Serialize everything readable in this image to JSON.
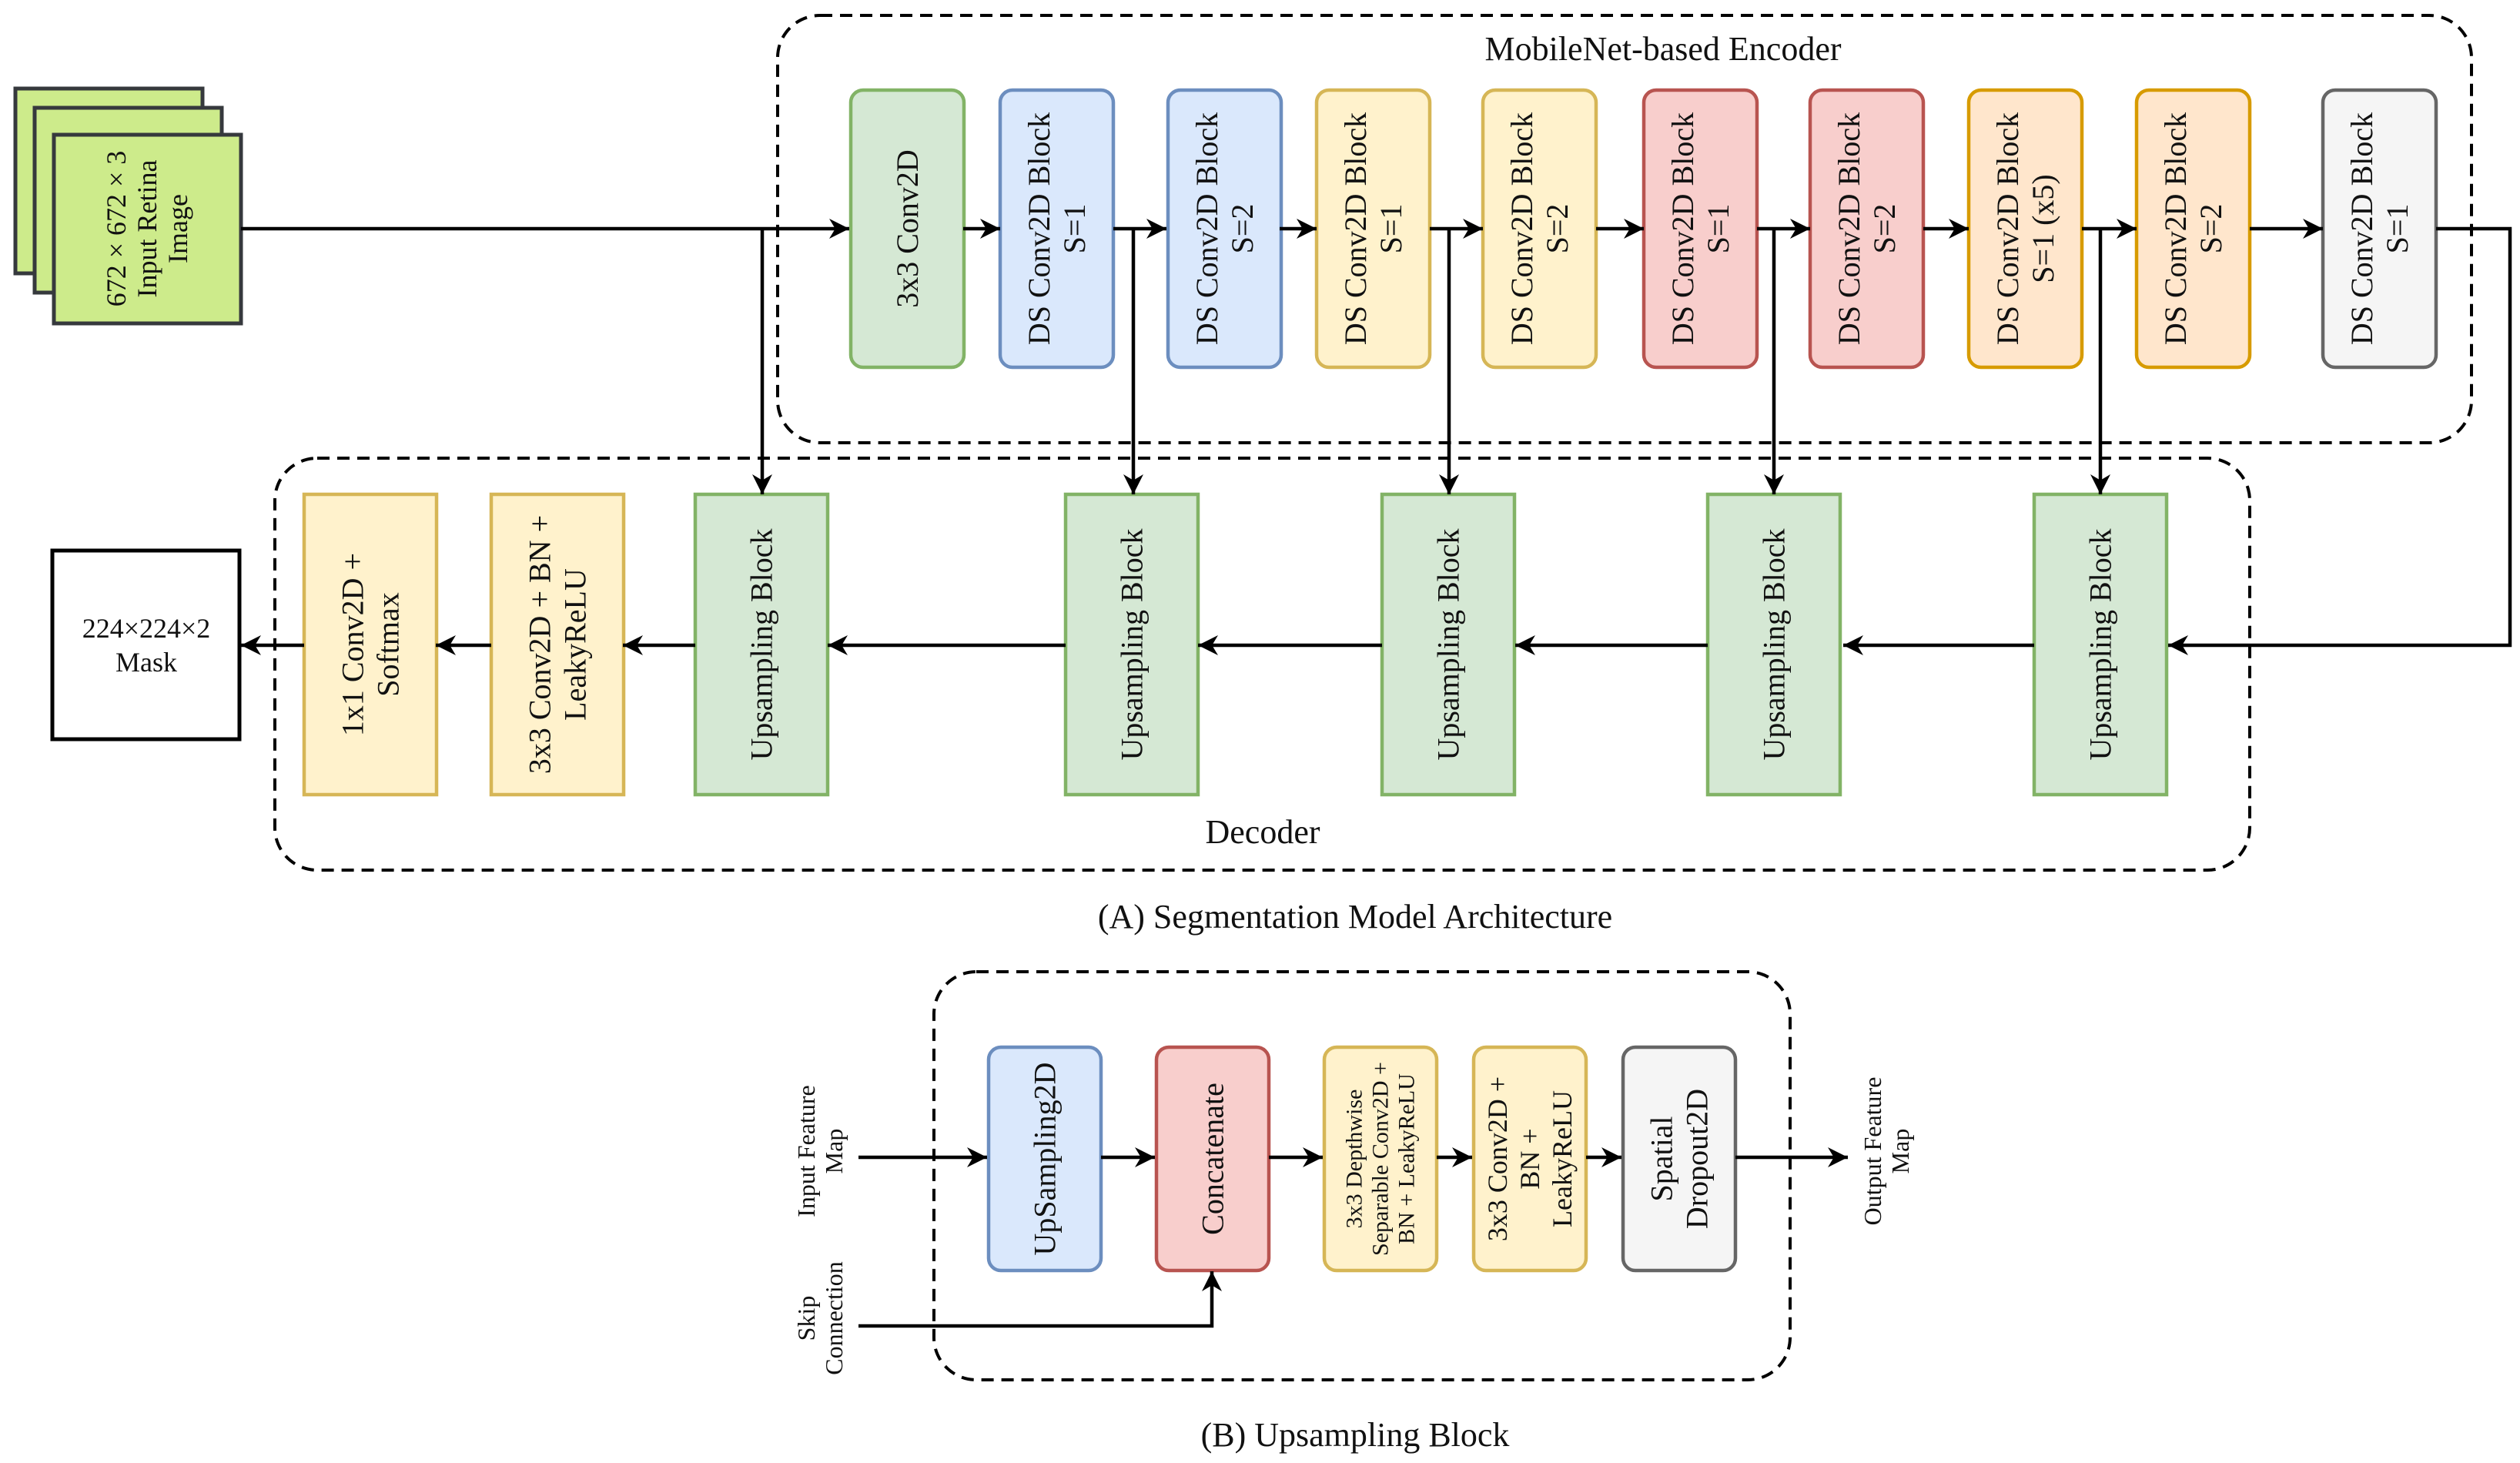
{
  "colors": {
    "green": {
      "fill": "#d5e8d4",
      "stroke": "#82b366"
    },
    "blue": {
      "fill": "#dae8fc",
      "stroke": "#6c8ebf"
    },
    "yellow": {
      "fill": "#fff2cc",
      "stroke": "#d6b656"
    },
    "red": {
      "fill": "#f8cecc",
      "stroke": "#b85450"
    },
    "orange": {
      "fill": "#ffe6cc",
      "stroke": "#d79b00"
    },
    "gray": {
      "fill": "#f5f5f5",
      "stroke": "#666666"
    },
    "input": {
      "fill": "#cdeb8b",
      "stroke": "#36393d"
    },
    "white": {
      "fill": "#ffffff",
      "stroke": "#000000"
    }
  },
  "input_image": {
    "lines": [
      "672 × 672 × 3",
      "Input Retina",
      "Image"
    ]
  },
  "encoder": {
    "title": "MobileNet-based Encoder",
    "blocks": [
      {
        "lines": [
          "3x3 Conv2D"
        ],
        "color": "green"
      },
      {
        "lines": [
          "DS Conv2D Block",
          "S=1"
        ],
        "color": "blue"
      },
      {
        "lines": [
          "DS Conv2D Block",
          "S=2"
        ],
        "color": "blue"
      },
      {
        "lines": [
          "DS Conv2D Block",
          "S=1"
        ],
        "color": "yellow"
      },
      {
        "lines": [
          "DS Conv2D Block",
          "S=2"
        ],
        "color": "yellow"
      },
      {
        "lines": [
          "DS Conv2D Block",
          "S=1"
        ],
        "color": "red"
      },
      {
        "lines": [
          "DS Conv2D Block",
          "S=2"
        ],
        "color": "red"
      },
      {
        "lines": [
          "DS Conv2D Block",
          "S=1 (x5)"
        ],
        "color": "orange"
      },
      {
        "lines": [
          "DS Conv2D Block",
          "S=2"
        ],
        "color": "orange"
      },
      {
        "lines": [
          "DS Conv2D Block",
          "S=1"
        ],
        "color": "gray"
      }
    ]
  },
  "decoder": {
    "title": "Decoder",
    "blocks": [
      {
        "lines": [
          "1x1 Conv2D +",
          "Softmax"
        ],
        "color": "yellow"
      },
      {
        "lines": [
          "3x3 Conv2D + BN +",
          "LeakyReLU"
        ],
        "color": "yellow"
      },
      {
        "lines": [
          "Upsampling Block"
        ],
        "color": "green"
      },
      {
        "lines": [
          "Upsampling Block"
        ],
        "color": "green"
      },
      {
        "lines": [
          "Upsampling Block"
        ],
        "color": "green"
      },
      {
        "lines": [
          "Upsampling Block"
        ],
        "color": "green"
      },
      {
        "lines": [
          "Upsampling Block"
        ],
        "color": "green"
      }
    ]
  },
  "output_mask": {
    "lines": [
      "224×224×2",
      "Mask"
    ]
  },
  "caption_a": "(A) Segmentation Model Architecture",
  "upsampling_block": {
    "input_label": [
      "Input Feature",
      "Map"
    ],
    "skip_label": [
      "Skip",
      "Connection"
    ],
    "output_label": [
      "Output Feature",
      "Map"
    ],
    "blocks": [
      {
        "lines": [
          "UpSampling2D"
        ],
        "color": "blue"
      },
      {
        "lines": [
          "Concatenate"
        ],
        "color": "red"
      },
      {
        "lines": [
          "3x3 Depthwise",
          "Separable Conv2D +",
          "BN + LeakyReLU"
        ],
        "color": "yellow"
      },
      {
        "lines": [
          "3x3 Conv2D +",
          "BN +",
          "LeakyReLU"
        ],
        "color": "yellow"
      },
      {
        "lines": [
          "Spatial",
          "Dropout2D"
        ],
        "color": "gray"
      }
    ]
  },
  "caption_b": "(B) Upsampling Block"
}
